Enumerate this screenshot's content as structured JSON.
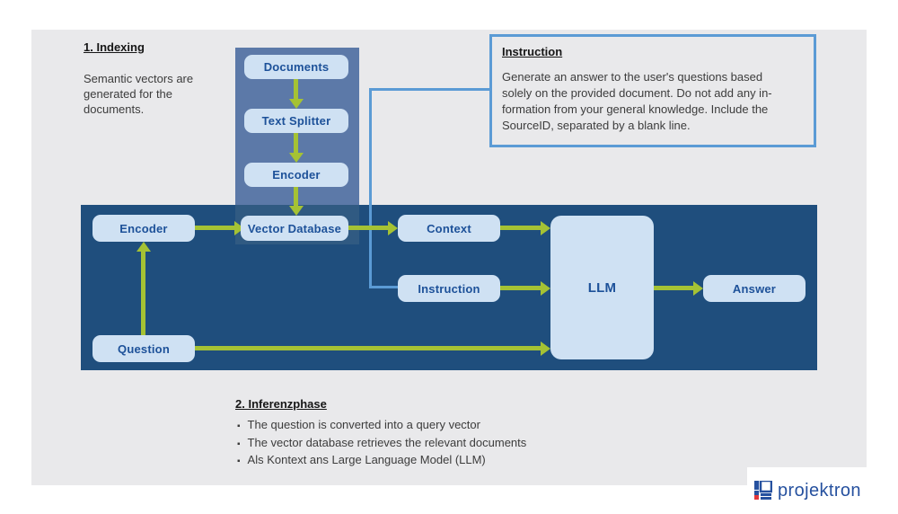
{
  "indexing": {
    "title": "1. Indexing",
    "description": "Semantic vectors are\ngenerated for the\ndocuments."
  },
  "instruction_callout": {
    "title": "Instruction",
    "body": "Generate an answer to the user's questions based\nsolely on the provided document. Do not add any in-\nformation from your general knowledge. Include the\nSourceID, separated by a blank line."
  },
  "pipeline": {
    "documents": "Documents",
    "text_splitter": "Text Splitter",
    "encoder_indexing": "Encoder",
    "vector_database": "Vector Database",
    "encoder": "Encoder",
    "context": "Context",
    "instruction": "Instruction",
    "question": "Question",
    "llm": "LLM",
    "answer": "Answer"
  },
  "inference": {
    "title": "2. Inferenzphase",
    "bullets": [
      "The question is converted into a query vector",
      "The vector database retrieves the relevant documents",
      "Als Kontext ans Large Language Model (LLM)"
    ]
  },
  "logo": {
    "icon": "projektron-blocks-icon",
    "text": "projektron"
  },
  "colors": {
    "slide_bg": "#e9e9eb",
    "band": "#1f4e7d",
    "panel": "#5c79a8",
    "panel_overlay": "#305a82",
    "node_fill": "#cfe1f3",
    "node_text": "#1d5199",
    "arrow_green": "#a5c234",
    "callout_border": "#5b9bd5",
    "logo_blue": "#26519f",
    "logo_red": "#e2373b"
  }
}
